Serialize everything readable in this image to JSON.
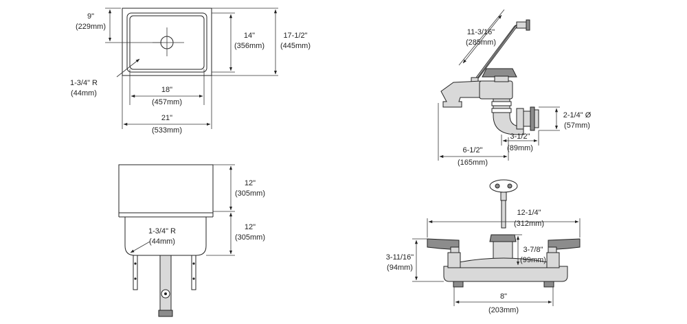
{
  "colors": {
    "line": "#222222",
    "metal_light": "#d9d9d9",
    "metal_dark": "#8c8c8c",
    "background": "#ffffff"
  },
  "top_view": {
    "depth_in": "9\"",
    "depth_mm": "(229mm)",
    "bowl_front_back_in": "14\"",
    "bowl_front_back_mm": "(356mm)",
    "overall_front_back_in": "17-1/2\"",
    "overall_front_back_mm": "(445mm)",
    "radius_in": "1-3/4\" R",
    "radius_mm": "(44mm)",
    "bowl_width_in": "18\"",
    "bowl_width_mm": "(457mm)",
    "overall_width_in": "21\"",
    "overall_width_mm": "(533mm)"
  },
  "front_view": {
    "upper_height_in": "12\"",
    "upper_height_mm": "(305mm)",
    "lower_height_in": "12\"",
    "lower_height_mm": "(305mm)",
    "radius_in": "1-3/4\" R",
    "radius_mm": "(44mm)"
  },
  "faucet_side_view": {
    "arm_length_in": "11-3/16\"",
    "arm_length_mm": "(285mm)",
    "supply_dia_in": "2-1/4\" Ø",
    "supply_dia_mm": "(57mm)",
    "offset_in": "3-1/2\"",
    "offset_mm": "(89mm)",
    "projection_in": "6-1/2\"",
    "projection_mm": "(165mm)"
  },
  "faucet_front_view": {
    "overall_width_in": "12-1/4\"",
    "overall_width_mm": "(312mm)",
    "height_in": "3-11/16\"",
    "height_mm": "(94mm)",
    "spout_drop_in": "3-7/8\"",
    "spout_drop_mm": "(99mm)",
    "centers_in": "8\"",
    "centers_mm": "(203mm)"
  }
}
